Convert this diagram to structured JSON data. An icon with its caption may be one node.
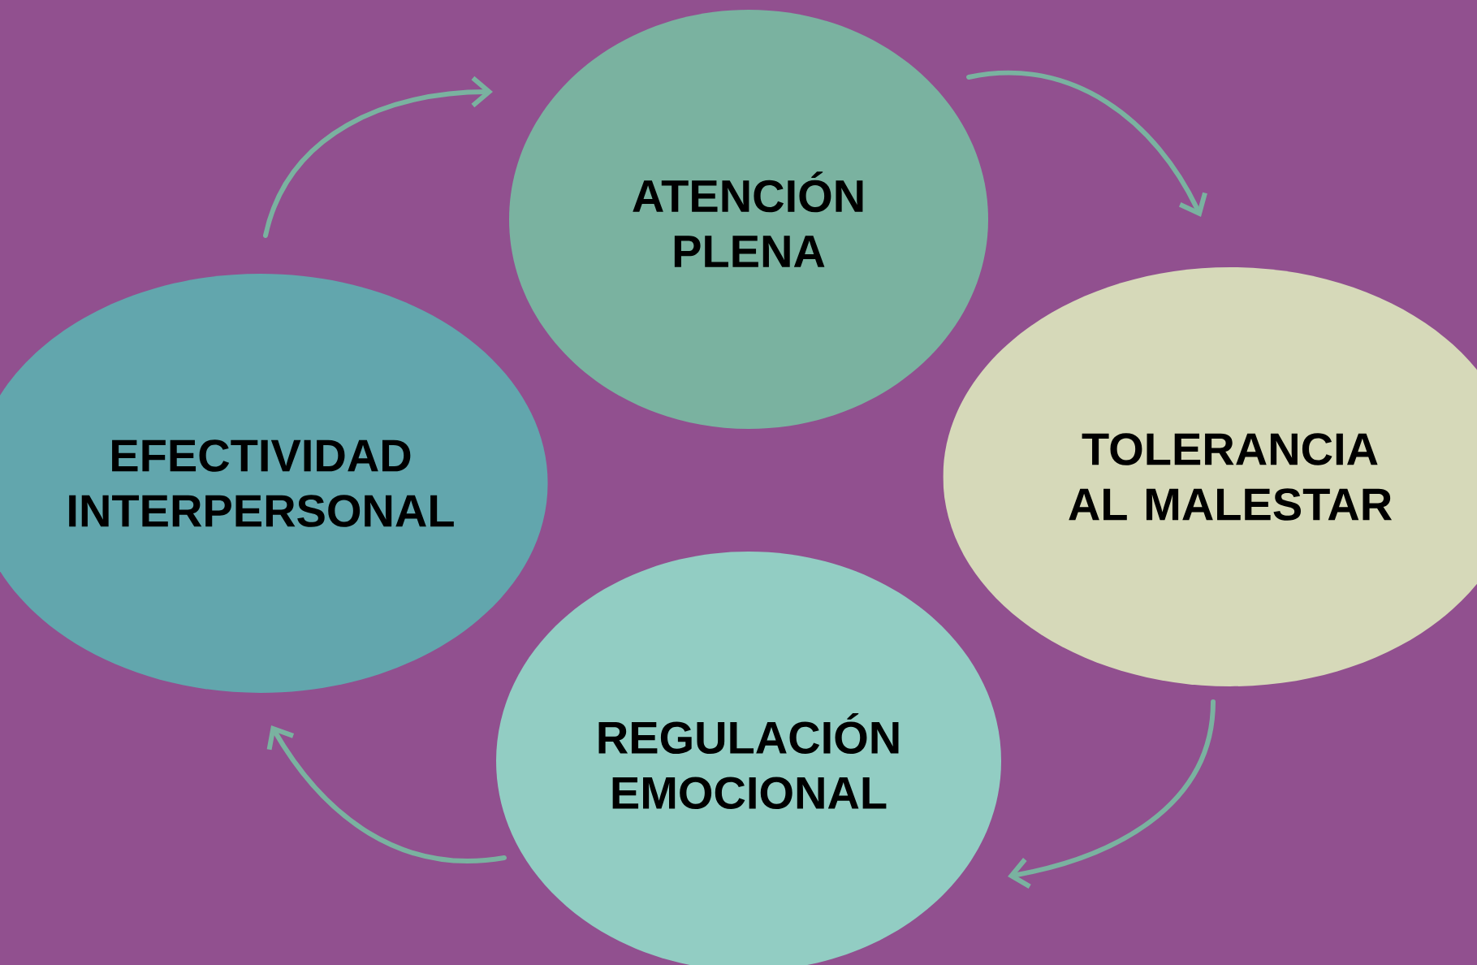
{
  "diagram": {
    "nodes": [
      {
        "text": [
          "ATENCIÓN PLENA"
        ]
      },
      {
        "text": [
          "TOLERANCIA AL MALESTAR"
        ]
      },
      {
        "text": [
          "REGULACIÓN EMOCIONAL"
        ]
      },
      {
        "text": [
          "EFECTIVIDAD INTERPERSONAL"
        ]
      }
    ],
    "edges": [
      {
        "from": 3,
        "to": 0,
        "arrow": "to"
      },
      {
        "from": 0,
        "to": 1,
        "arrow": "to"
      },
      {
        "from": 1,
        "to": 2,
        "arrow": "to"
      },
      {
        "from": 2,
        "to": 3,
        "arrow": "to"
      }
    ]
  }
}
